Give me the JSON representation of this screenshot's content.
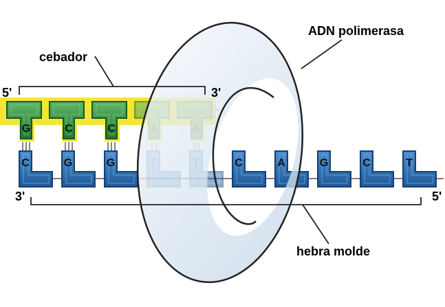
{
  "labels": {
    "primer": "cebador",
    "polymerase": "ADN polimerasa",
    "template": "hebra molde"
  },
  "ends": {
    "primer_left": "5'",
    "primer_right": "3'",
    "template_left": "3'",
    "template_right": "5'"
  },
  "primer_bases": [
    "G",
    "C",
    "C",
    "A",
    "A"
  ],
  "template_bases": [
    "C",
    "G",
    "G",
    "T",
    "T",
    "C",
    "A",
    "G",
    "C",
    "T"
  ],
  "colors": {
    "primer_green": "#2e8b3a",
    "primer_highlight": "#f2e52a",
    "template_blue": "#2f6fb3",
    "enzyme_fill": "#dde8f2",
    "enzyme_stroke": "#222222"
  }
}
